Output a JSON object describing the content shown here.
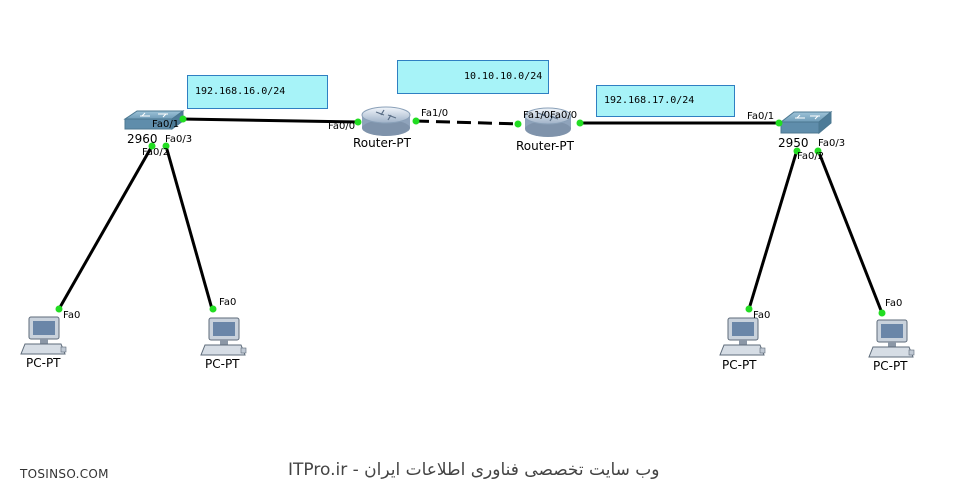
{
  "networks": [
    {
      "id": "net-left",
      "text": "192.168.16.0/24"
    },
    {
      "id": "net-center",
      "text": "10.10.10.0/24"
    },
    {
      "id": "net-right",
      "text": "192.168.17.0/24"
    }
  ],
  "devices": {
    "switch_left": "2960",
    "switch_right": "2950",
    "router_left": "Router-PT",
    "router_right": "Router-PT",
    "pc1": "PC-PT",
    "pc2": "PC-PT",
    "pc3": "PC-PT",
    "pc4": "PC-PT"
  },
  "ports": {
    "sw1_fa01": "Fa0/1",
    "sw1_fa02": "Fa0/2",
    "sw1_fa03": "Fa0/3",
    "r1_fa00": "Fa0/0",
    "r1_fa10": "Fa1/0",
    "r2_fa10_fa00": "Fa1/0Fa0/0",
    "sw2_fa01": "Fa0/1",
    "sw2_fa02": "Fa0/2",
    "sw2_fa03": "Fa0/3",
    "pc1_fa0": "Fa0",
    "pc2_fa0": "Fa0",
    "pc3_fa0": "Fa0",
    "pc4_fa0": "Fa0"
  },
  "links": [
    {
      "from": "switch_left",
      "to": "router_left",
      "style": "solid"
    },
    {
      "from": "router_left",
      "to": "router_right",
      "style": "dashed"
    },
    {
      "from": "router_right",
      "to": "switch_right",
      "style": "solid"
    },
    {
      "from": "switch_left",
      "to": "pc1",
      "style": "solid"
    },
    {
      "from": "switch_left",
      "to": "pc2",
      "style": "solid"
    },
    {
      "from": "switch_right",
      "to": "pc3",
      "style": "solid"
    },
    {
      "from": "switch_right",
      "to": "pc4",
      "style": "solid"
    }
  ],
  "colors": {
    "link": "#000000",
    "port_light": "#22dd22",
    "note_fill": "#a7f3f8",
    "note_border": "#2f7fc2"
  },
  "footer": {
    "left": "TOSINSO.COM",
    "center": "ITPro.ir - وب سایت تخصصی فناوری اطلاعات ایران"
  }
}
